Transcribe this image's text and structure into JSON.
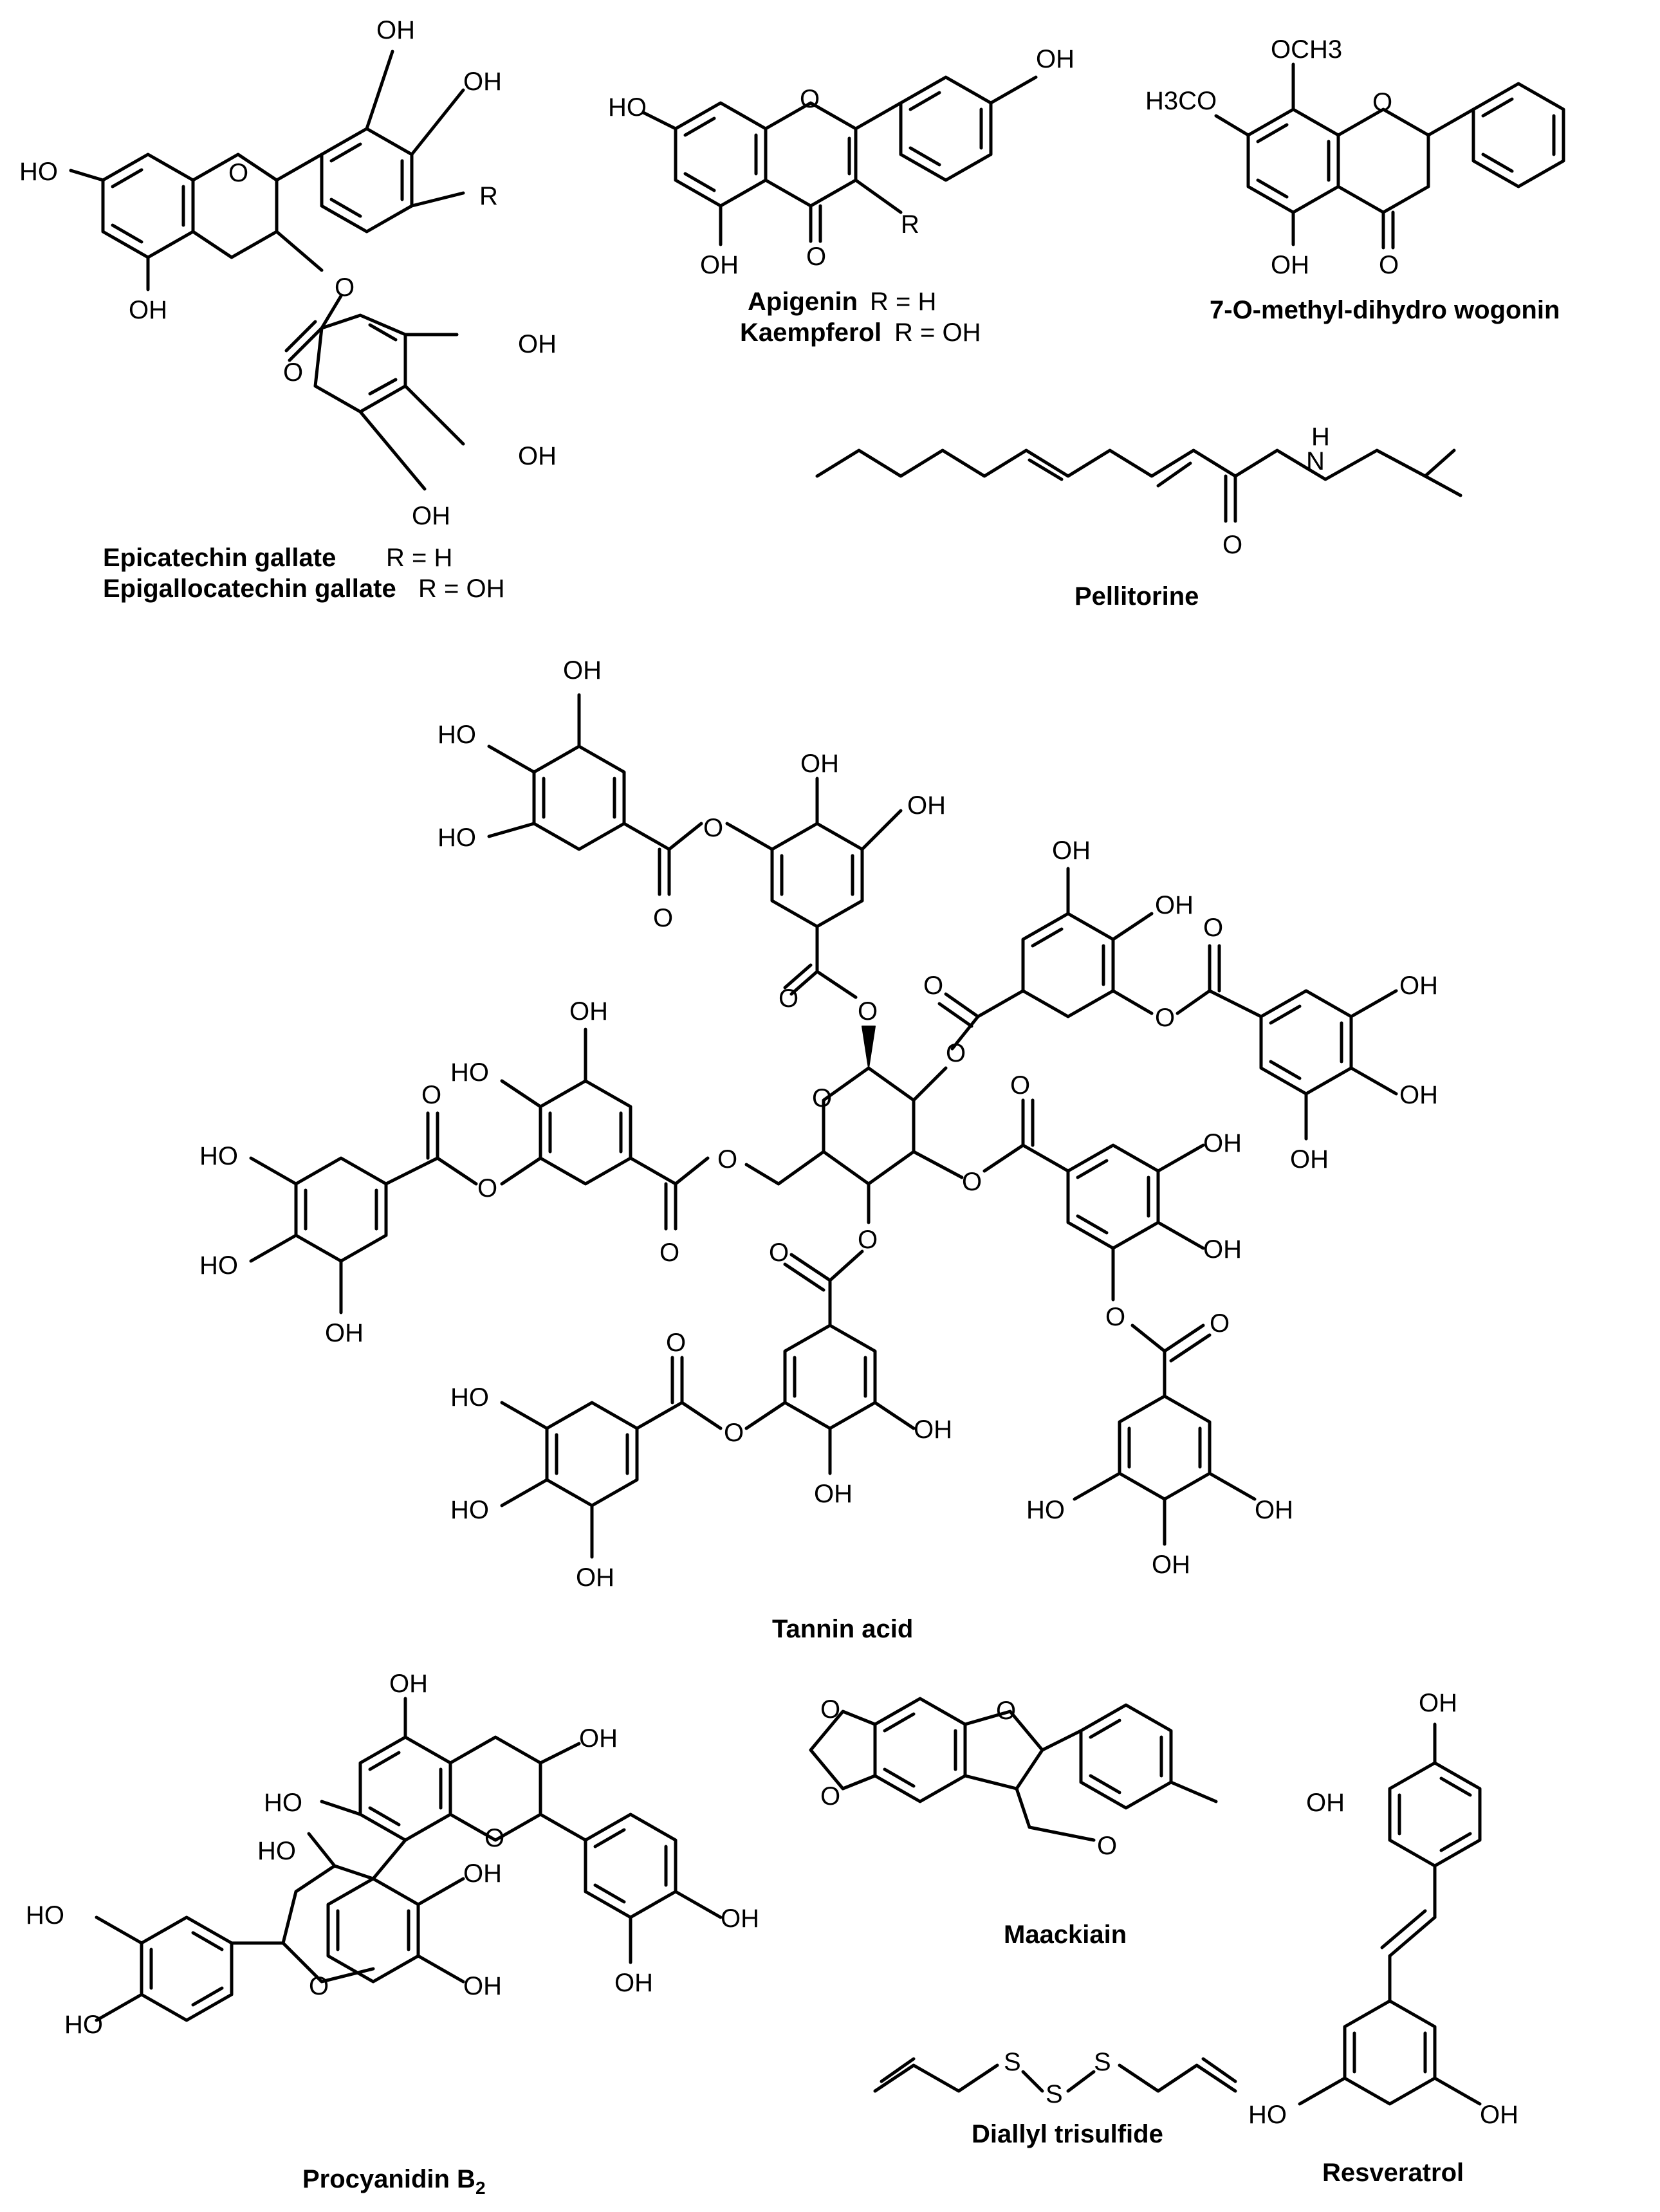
{
  "figure": {
    "compounds": [
      {
        "name": "Epicatechin gallate",
        "rgroup": "R = H"
      },
      {
        "name": "Epigallocatechin gallate",
        "rgroup": "R = OH"
      },
      {
        "name": "Apigenin",
        "rgroup": "R = H"
      },
      {
        "name": "Kaempferol",
        "rgroup": "R = OH"
      },
      {
        "name": "7-O-methyl-dihydro wogonin",
        "rgroup": ""
      },
      {
        "name": "Pellitorine",
        "rgroup": ""
      },
      {
        "name": "Tannin acid",
        "rgroup": ""
      },
      {
        "name": "Procyanidin B",
        "subscript": "2"
      },
      {
        "name": "Maackiain",
        "rgroup": ""
      },
      {
        "name": "Diallyl trisulfide",
        "rgroup": ""
      },
      {
        "name": "Resveratrol",
        "rgroup": ""
      }
    ],
    "atom_labels": {
      "oh": "OH",
      "ho": "HO",
      "o": "O",
      "r": "R",
      "h3co": "H3CO",
      "och3": "OCH3",
      "n": "N",
      "h": "H",
      "s": "S"
    }
  }
}
